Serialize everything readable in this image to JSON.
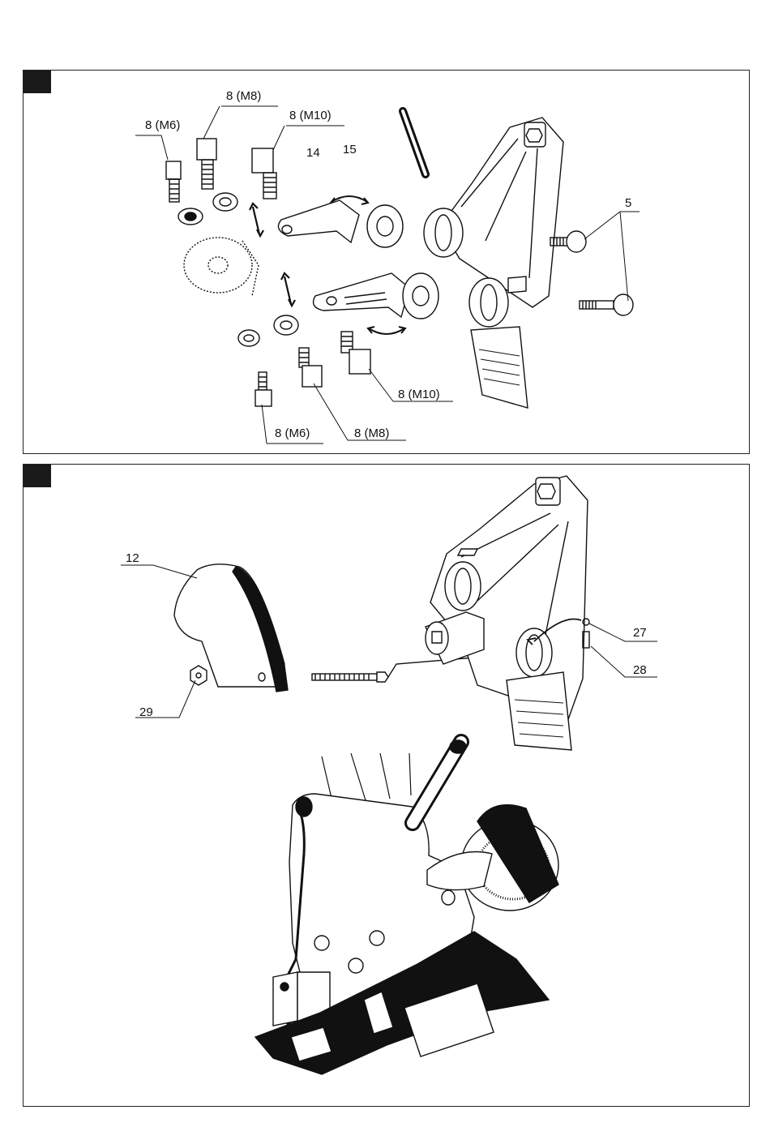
{
  "figure1": {
    "labels": {
      "m6_top": "8 (M6)",
      "m8_top": "8 (M8)",
      "m10_top": "8 (M10)",
      "n14": "14",
      "n15": "15",
      "n5": "5",
      "m10_bottom": "8 (M10)",
      "m6_bottom": "8 (M6)",
      "m8_bottom": "8 (M8)"
    }
  },
  "figure2": {
    "labels": {
      "n12": "12",
      "n29": "29",
      "n27": "27",
      "n28": "28"
    }
  }
}
